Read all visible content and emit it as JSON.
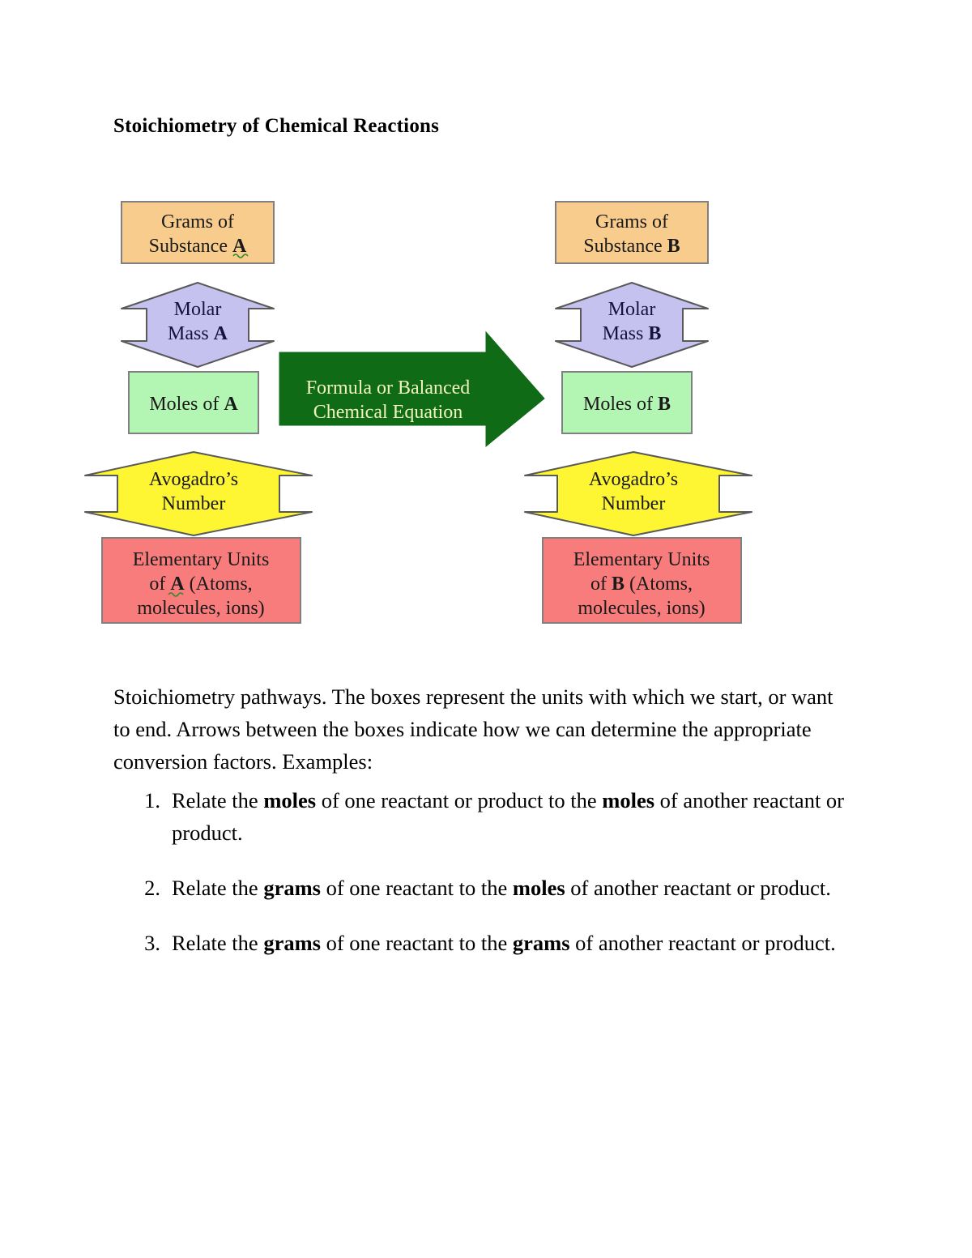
{
  "document": {
    "title": "Stoichiometry of Chemical Reactions"
  },
  "diagram": {
    "name": "stoichiometry-pathways-diagram",
    "colors": {
      "orange_fill": "#F8CC8C",
      "purple_fill": "#C5C2F0",
      "green_fill": "#B3F5B3",
      "yellow_fill": "#FFF633",
      "red_fill": "#F97C7C",
      "dark_green_fill": "#0F6B16",
      "dark_green_text": "#F2F2BB",
      "box_stroke": "#808080",
      "arrow_stroke": "#595959"
    },
    "left_column": {
      "grams_box": {
        "line1": "Grams of",
        "line2": "Substance",
        "bold_tail": "A"
      },
      "molar_mass_arrow": {
        "line1": "Molar",
        "line2_prefix": "Mass ",
        "line2_bold": "A"
      },
      "moles_box": {
        "line1_prefix": "Moles of ",
        "line1_bold": "A"
      },
      "avogadro_arrow": {
        "line1": "Avogadro’s",
        "line2": "Number"
      },
      "elementary_box": {
        "line1": "Elementary Units",
        "line2_prefix": "of ",
        "line2_bold": "A",
        "line2_suffix": " (Atoms,",
        "line3": "molecules, ions)"
      }
    },
    "right_column": {
      "grams_box": {
        "line1": "Grams of",
        "line2": "Substance",
        "bold_tail": "B"
      },
      "molar_mass_arrow": {
        "line1": "Molar",
        "line2_prefix": "Mass ",
        "line2_bold": "B"
      },
      "moles_box": {
        "line1_prefix": "Moles of ",
        "line1_bold": "B"
      },
      "avogadro_arrow": {
        "line1": "Avogadro’s",
        "line2": "Number"
      },
      "elementary_box": {
        "line1": "Elementary Units",
        "line2_prefix": "of ",
        "line2_bold": "B",
        "line2_suffix": " (Atoms,",
        "line3": "molecules, ions)"
      }
    },
    "center_arrow": {
      "line1": "Formula or Balanced",
      "line2": "Chemical Equation"
    }
  },
  "caption": {
    "paragraph": "Stoichiometry pathways. The boxes represent the units with which we start, or want to end. Arrows between the boxes indicate how we can determine the appropriate conversion factors. Examples:"
  },
  "examples": [
    {
      "number": "1.",
      "segments": [
        {
          "text": "Relate the ",
          "bold": false
        },
        {
          "text": "moles",
          "bold": true
        },
        {
          "text": " of one reactant or product to the ",
          "bold": false
        },
        {
          "text": "moles",
          "bold": true
        },
        {
          "text": " of another reactant or product.",
          "bold": false
        }
      ]
    },
    {
      "number": "2.",
      "segments": [
        {
          "text": "Relate the ",
          "bold": false
        },
        {
          "text": "grams",
          "bold": true
        },
        {
          "text": " of one reactant to the ",
          "bold": false
        },
        {
          "text": "moles",
          "bold": true
        },
        {
          "text": " of another reactant or product.",
          "bold": false
        }
      ]
    },
    {
      "number": "3.",
      "segments": [
        {
          "text": "Relate the ",
          "bold": false
        },
        {
          "text": "grams",
          "bold": true
        },
        {
          "text": " of one reactant to the ",
          "bold": false
        },
        {
          "text": "grams",
          "bold": true
        },
        {
          "text": " of another reactant or product.",
          "bold": false
        }
      ]
    }
  ]
}
